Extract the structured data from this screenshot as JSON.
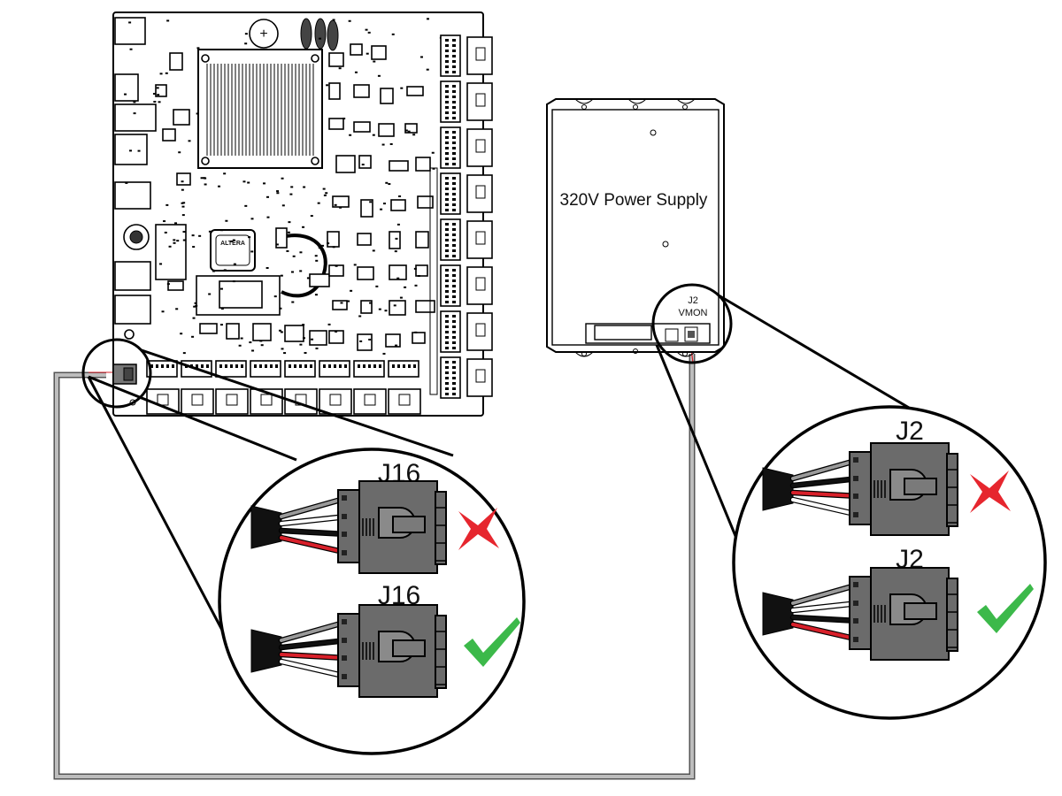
{
  "power_supply": {
    "label": "320V Power Supply",
    "port_name": "J2",
    "port_desc": "VMON"
  },
  "board": {
    "chip_label": "ALTERA"
  },
  "callouts": {
    "left": {
      "top": {
        "label": "J16",
        "status": "incorrect",
        "wire_order": [
          "gray",
          "white",
          "black",
          "red"
        ]
      },
      "bottom": {
        "label": "J16",
        "status": "correct",
        "wire_order": [
          "gray",
          "black",
          "red",
          "white"
        ]
      }
    },
    "right": {
      "top": {
        "label": "J2",
        "status": "incorrect",
        "wire_order": [
          "gray",
          "black",
          "red",
          "white"
        ]
      },
      "bottom": {
        "label": "J2",
        "status": "correct",
        "wire_order": [
          "gray",
          "white",
          "black",
          "red"
        ]
      }
    }
  },
  "colors": {
    "wire_gray": "#9a9a9a",
    "wire_white": "#ffffff",
    "wire_black": "#111111",
    "wire_red": "#d8202a",
    "connector_fill": "#6b6b6b",
    "cross_red": "#e6262e",
    "check_green": "#3cb94a",
    "cable_gray": "#9a9a9a"
  }
}
